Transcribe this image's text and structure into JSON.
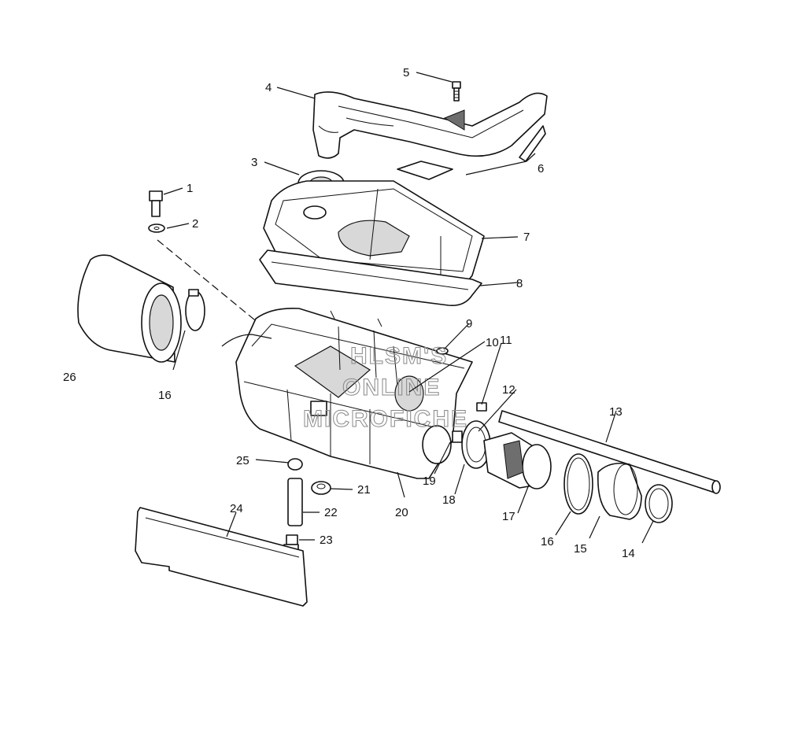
{
  "watermark": {
    "line1": "HLSM'S",
    "line2": "ONLINE",
    "line3": "MICROFICHE"
  },
  "callouts": {
    "c1": "1",
    "c2": "2",
    "c3": "3",
    "c4": "4",
    "c5": "5",
    "c6": "6",
    "c7": "7",
    "c8": "8",
    "c9": "9",
    "c10": "10",
    "c11": "11",
    "c12": "12",
    "c13": "13",
    "c14": "14",
    "c15": "15",
    "c16a": "16",
    "c16b": "16",
    "c17": "17",
    "c18": "18",
    "c19": "19",
    "c20": "20",
    "c21": "21",
    "c22": "22",
    "c23": "23",
    "c24": "24",
    "c25": "25",
    "c26": "26"
  }
}
